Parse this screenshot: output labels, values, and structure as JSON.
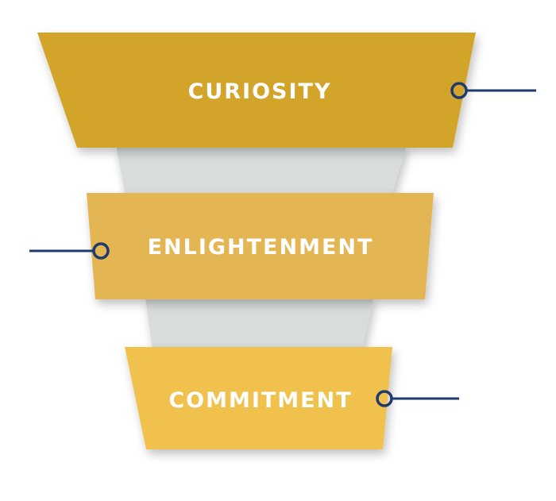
{
  "funnel": {
    "colors": {
      "connector": "#d8dcdb",
      "accent_line": "#1f3a6e",
      "stage_1": "#d3a42a",
      "stage_2": "#e3b553",
      "stage_3": "#f0c14e"
    },
    "stages": [
      {
        "label": "CURIOSITY"
      },
      {
        "label": "ENLIGHTENMENT"
      },
      {
        "label": "COMMITMENT"
      }
    ]
  }
}
